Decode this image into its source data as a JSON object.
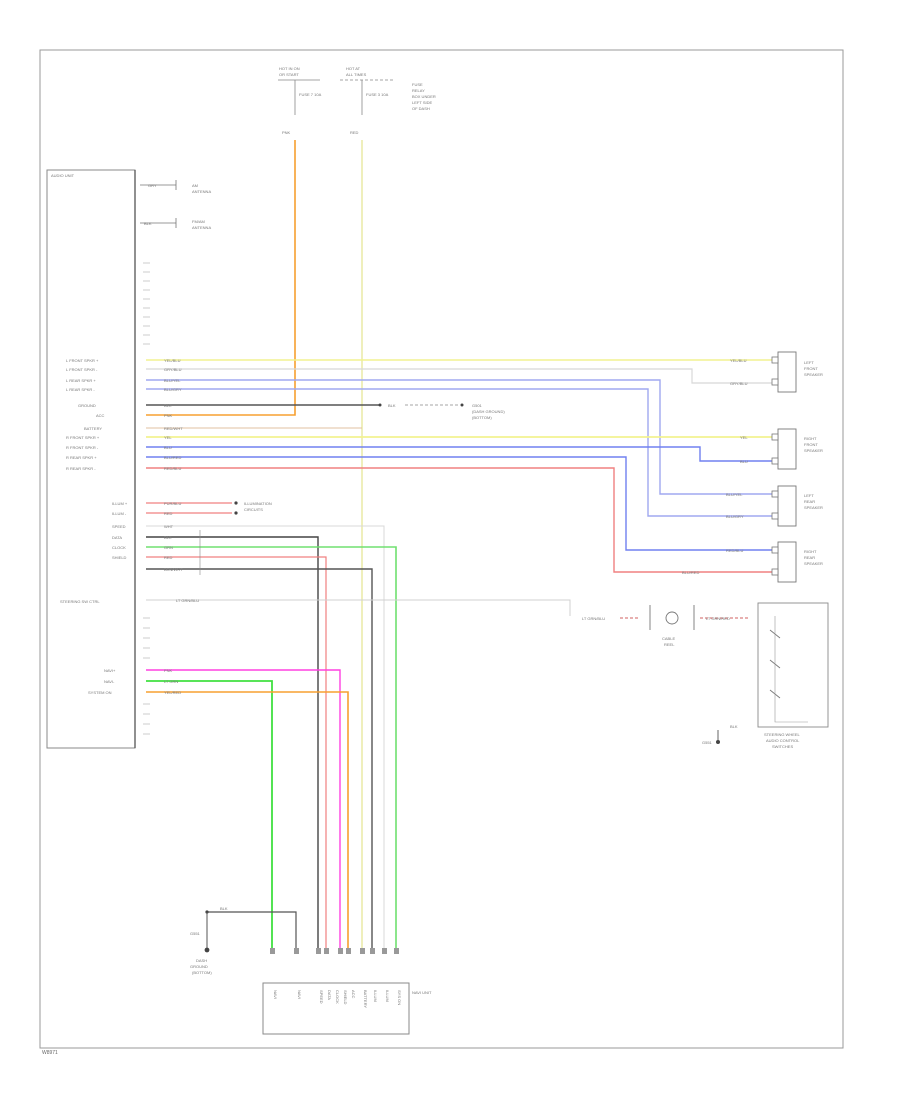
{
  "diagram": {
    "audio_unit_label": "AUDIO UNIT",
    "fuse_left": {
      "top": "HOT IN ON",
      "sub": "OR START",
      "fuse": "FUSE 7 10A"
    },
    "fuse_right": {
      "top": "HOT AT",
      "sub": "ALL TIMES",
      "fuse": "FUSE 3 10A"
    },
    "fuse_note": [
      "FUSE",
      "RELAY",
      "BOX UNDER",
      "LEFT SIDE",
      "OF DASH"
    ],
    "wire_labels": {
      "pnk": "PNK",
      "red": "RED"
    },
    "antennas": [
      {
        "wire": "GRY",
        "label1": "AM",
        "label2": "ANTENNA"
      },
      {
        "wire": "BLK",
        "label1": "FM/AM",
        "label2": "ANTENNA"
      }
    ],
    "pins_left": [
      "L FRONT SPKR +",
      "L FRONT SPKR -",
      "L REAR SPKR +",
      "L REAR SPKR -",
      "GROUND",
      "ACC",
      "BATTERY",
      "R FRONT SPKR +",
      "R FRONT SPKR -",
      "R REAR SPKR +",
      "R REAR SPKR -"
    ],
    "pins_mid": [
      "ILLUM +",
      "ILLUM -",
      "SPEED",
      "DATA",
      "CLOCK",
      "SHIELD"
    ],
    "steering_label": "STEERING SW CTRL",
    "pins_low": [
      "NAVI+",
      "NAVI-",
      "SYSTEM ON"
    ],
    "wire_colors_upper": [
      "YEL/BLU",
      "GRY/BLU",
      "BLU/YEL",
      "BLU/GRY",
      "BLK",
      "PNK",
      "RED/WHT",
      "YEL",
      "BLU",
      "BLU/RED",
      "RED/BLU"
    ],
    "wire_colors_mid": [
      "PUR/BLU",
      "RED",
      "WHT",
      "BLK",
      "GRN",
      "RED",
      "BRN/WHT"
    ],
    "steering_wire": "LT GRN/BLU",
    "wire_colors_low": [
      "PNK",
      "LT GRN",
      "YEL/RED"
    ],
    "ground_note": {
      "wire": "BLK",
      "label1": "G501",
      "label2": "(DASH GROUND)",
      "label3": "(BOTTOM)"
    },
    "illum_note": {
      "label1": "ILLUMINATION",
      "label2": "CIRCUITS"
    },
    "speakers": [
      {
        "label1": "LEFT",
        "label2": "FRONT",
        "label3": "SPEAKER",
        "w1": "YEL/BLU",
        "w2": "GRY/BLU"
      },
      {
        "label1": "RIGHT",
        "label2": "FRONT",
        "label3": "SPEAKER",
        "w1": "YEL",
        "w2": "BLU"
      },
      {
        "label1": "LEFT",
        "label2": "REAR",
        "label3": "SPEAKER",
        "w1": "BLU/YEL",
        "w2": "BLU/GRY"
      },
      {
        "label1": "RIGHT",
        "label2": "REAR",
        "label3": "SPEAKER",
        "w1": "RED/BLU",
        "w2": "BLU/RED"
      }
    ],
    "cable_reel": {
      "label1": "CABLE",
      "label2": "REEL",
      "wire1": "LT GRN/BLU",
      "wire2": "LT GRN/RED"
    },
    "steering_switch": {
      "label1": "STEERING WHEEL",
      "label2": "AUDIO CONTROL",
      "label3": "SWITCHES",
      "ground_wire": "BLK",
      "ground_label": "G551"
    },
    "nav_ground": {
      "wire": "BLK",
      "label1": "G551",
      "label2": "DASH",
      "label3": "GROUND",
      "label4": "(BOTTOM)"
    },
    "nav_unit_label": "NAVI UNIT",
    "nav_pins": [
      "NAVI",
      "NAVI",
      "SPEED",
      "DATA",
      "CLOCK",
      "SHIELD",
      "ACC",
      "BATTERY",
      "ILLUM",
      "ILLUM",
      "SYS ON"
    ],
    "footer": "W8971"
  }
}
